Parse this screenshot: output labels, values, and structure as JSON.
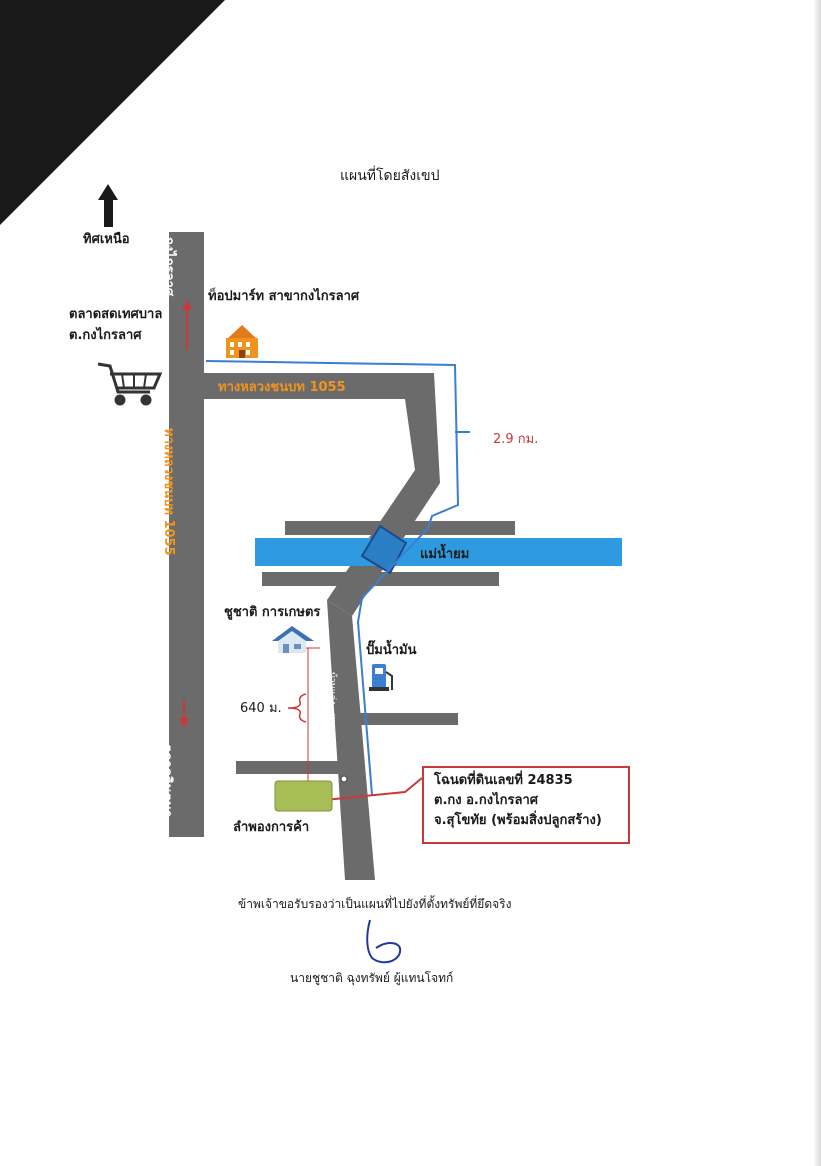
{
  "document": {
    "title": "แผนที่โดยสังเขป",
    "certification": "ข้าพเจ้าขอรับรองว่าเป็นแผนที่ไปยังที่ตั้งทรัพย์ที่ยึดจริง",
    "signer": "นายชูชาติ ฉุงทรัพย์ ผู้แทนโจทก์"
  },
  "map": {
    "north_label": "ทิศเหนือ",
    "landmarks": {
      "market_line1": "ตลาดสดเทศบาล",
      "market_line2": "ต.กงไกรลาศ",
      "tops": "ท็อปมาร์ท สาขากงไกรลาศ",
      "house": "ชูชาติ การเกษตร",
      "gas": "ปั๊มน้ำมัน",
      "shop": "ลำพองการค้า"
    },
    "roads": {
      "north_dir": "กงไกรลาศ",
      "south_dir": "ตลาดจินตนา",
      "main_vertical": "ทางหลวงชนบท 1055",
      "main_horizontal": "ทางหลวงชนบท 1055",
      "side_road": "บ้านแก่ง - หนองตูม"
    },
    "river": "แม่น้ำยม",
    "distances": {
      "route": "2.9 กม.",
      "house_leg": "640 ม."
    },
    "deed": {
      "line1": "โฉนดที่ดินเลขที่ 24835",
      "line2": "ต.กง อ.กงไกรลาศ",
      "line3": "จ.สุโขทัย (พร้อมสิ่งปลูกสร้าง)"
    },
    "colors": {
      "road": "#6b6b6b",
      "river": "#2e9be0",
      "route": "#3a7fd1",
      "arrow": "#c9383a",
      "highway_label": "#f0941e",
      "plot": "#a6be55"
    }
  }
}
